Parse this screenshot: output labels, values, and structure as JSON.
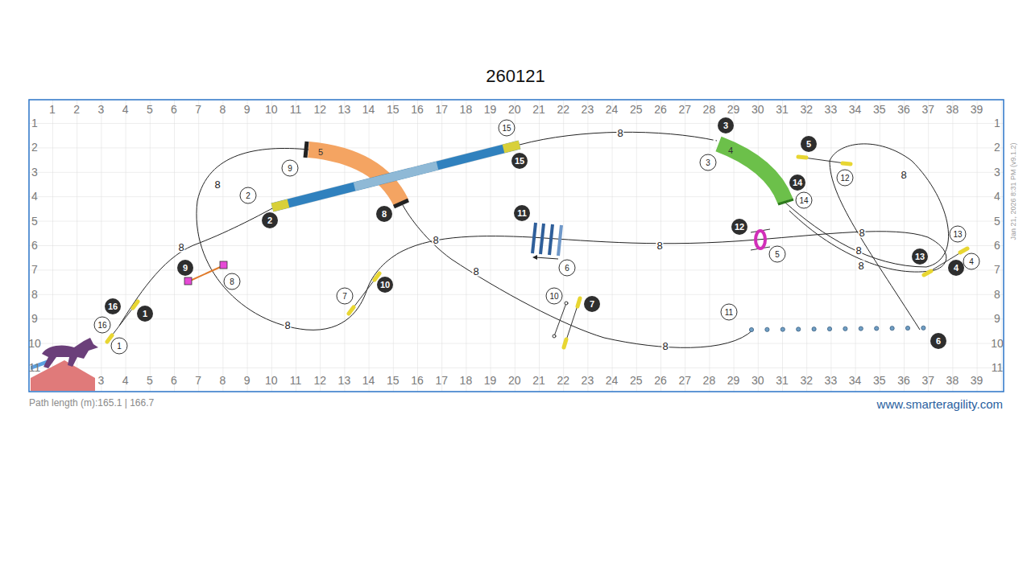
{
  "diagram": {
    "title": "260121",
    "labels": [
      "1",
      "2",
      "3",
      "4",
      "5",
      "6",
      "7",
      "8",
      "9",
      "10",
      "11",
      "12",
      "13",
      "14",
      "15",
      "16",
      "17",
      "18",
      "19",
      "20",
      "21",
      "22",
      "23",
      "24",
      "25",
      "26",
      "27",
      "28",
      "29",
      "30",
      "31",
      "32",
      "33",
      "34",
      "35",
      "36",
      "37",
      "38",
      "39",
      "3",
      "4",
      "5",
      "6",
      "7",
      "8",
      "9",
      "10",
      "11",
      "12",
      "13",
      "14",
      "15",
      "16",
      "17",
      "18",
      "19",
      "20",
      "21",
      "22",
      "23",
      "24",
      "25",
      "26",
      "27",
      "28",
      "29",
      "30",
      "31",
      "32",
      "33",
      "34",
      "35",
      "36",
      "37",
      "38",
      "39",
      "1",
      "2",
      "3",
      "4",
      "5",
      "6",
      "7",
      "8",
      "9",
      "10",
      "11",
      "1",
      "2",
      "3",
      "4",
      "5",
      "6",
      "7",
      "8",
      "9",
      "10",
      "11",
      "1",
      "2",
      "3",
      "4",
      "5",
      "6",
      "7",
      "8",
      "9",
      "10",
      "11",
      "12",
      "13",
      "14",
      "15",
      "16",
      "1",
      "2",
      "3",
      "4",
      "5",
      "6",
      "7",
      "8",
      "9",
      "10",
      "11",
      "12",
      "13",
      "14",
      "15",
      "16",
      "8",
      "8",
      "8",
      "8",
      "8",
      "8",
      "8",
      "8",
      "8",
      "8",
      "8",
      "8",
      "5",
      "4",
      "Path length (m):165.1 | 166.7",
      "www.smarteragility.com",
      "Jan 21, 2026 8:31 PM  (v9.1.2)"
    ]
  }
}
